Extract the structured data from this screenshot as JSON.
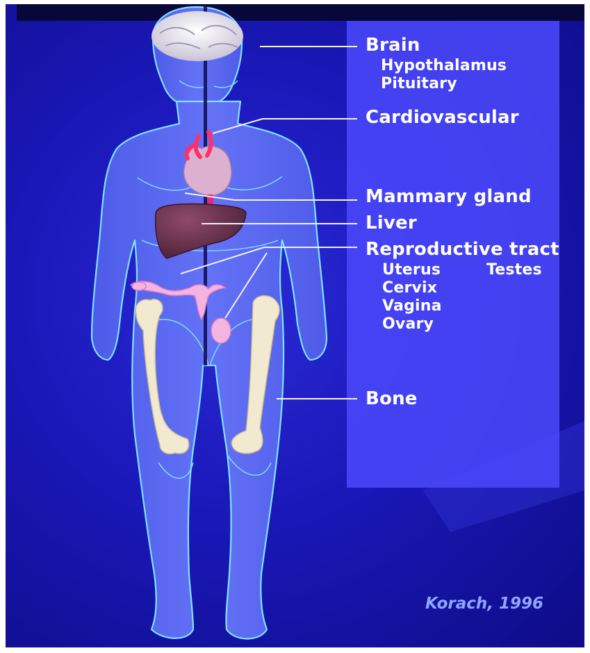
{
  "labels": {
    "brain": "Brain",
    "hypothalamus": "Hypothalamus",
    "pituitary": "Pituitary",
    "cardiovascular": "Cardiovascular",
    "mammary_gland": "Mammary gland",
    "liver": "Liver",
    "reproductive_tract": "Reproductive tract",
    "uterus": "Uterus",
    "testes": "Testes",
    "cervix": "Cervix",
    "vagina": "Vagina",
    "ovary": "Ovary",
    "bone": "Bone"
  },
  "citation": "Korach, 1996",
  "colors": {
    "background": "#1a18b8",
    "panel": "#4a48fa",
    "body_fill": "#5a68f2",
    "outline": "#7fe3ff",
    "label_text": "#ffffff",
    "citation_text": "#8fa6ff",
    "heart": "#d9a3c2",
    "liver": "#6a2f4a",
    "bone": "#f2ead0",
    "reproductive": "#f2a8dc"
  }
}
